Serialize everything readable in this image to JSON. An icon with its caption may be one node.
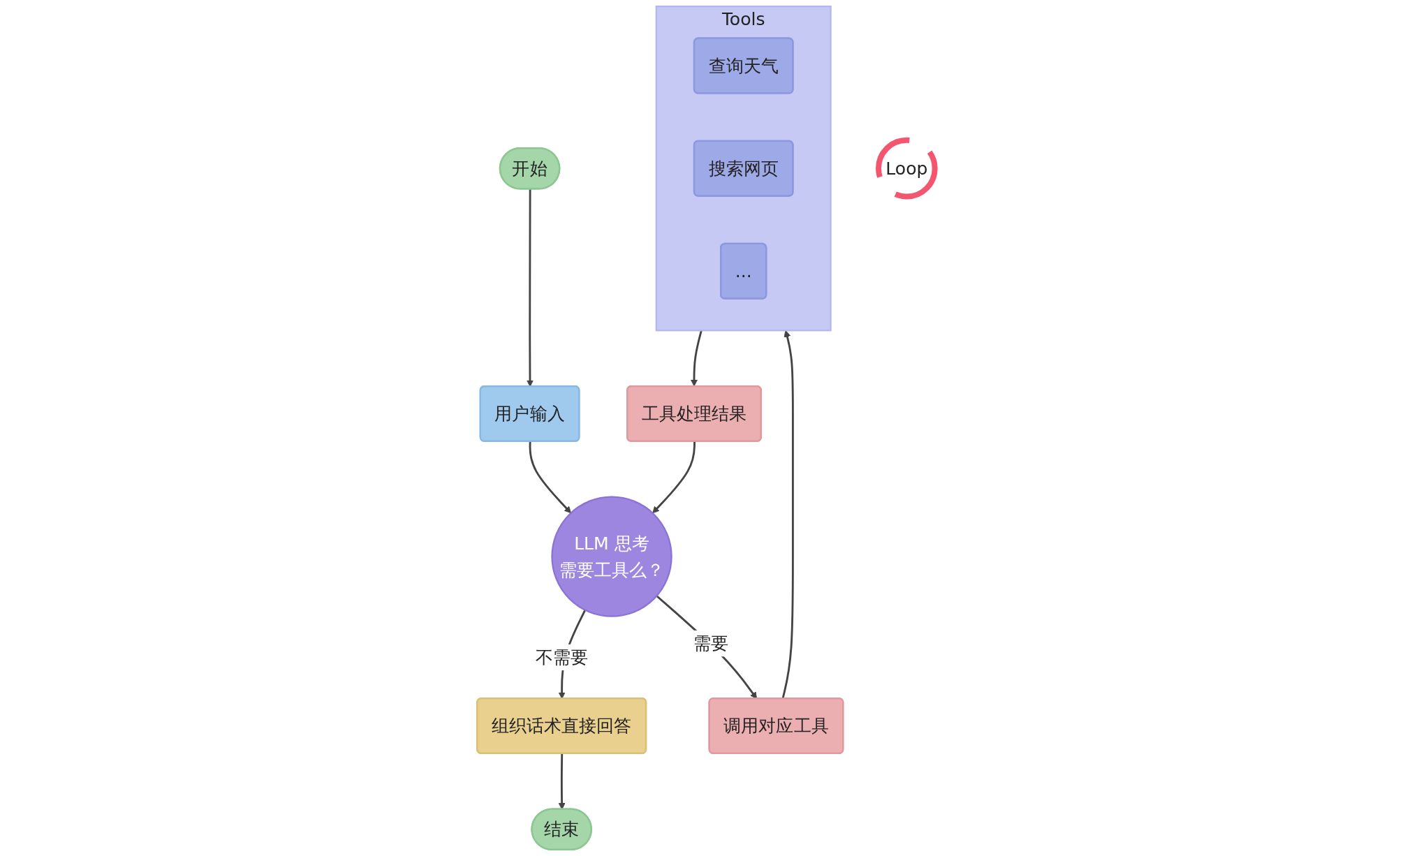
{
  "diagram": {
    "nodes": [
      {
        "text": [
          "开始"
        ]
      },
      {
        "text": [
          "用户输入"
        ]
      },
      {
        "text": [
          "工具处理结果"
        ]
      },
      {
        "text": [
          "LLM 思考",
          "需要工具么？"
        ]
      },
      {
        "text": [
          "组织话术直接回答"
        ]
      },
      {
        "text": [
          "Tools"
        ]
      },
      {
        "text": [
          "查询天气"
        ],
        "in": 5
      },
      {
        "text": [
          "搜索网页"
        ],
        "in": 5
      },
      {
        "text": [
          "..."
        ],
        "in": 5
      },
      {
        "text": [
          "Loop"
        ]
      },
      {
        "text": [
          "调用对应工具"
        ]
      },
      {
        "text": [
          "结束"
        ]
      }
    ],
    "edges": [
      {
        "from": 0,
        "to": 1,
        "arrow": "to"
      },
      {
        "from": 1,
        "to": 3,
        "arrow": "to"
      },
      {
        "from": 3,
        "to": 4,
        "label": "不需要",
        "arrow": "to"
      },
      {
        "from": 3,
        "to": 10,
        "label": "需要",
        "arrow": "to"
      },
      {
        "from": 10,
        "to": 5,
        "arrow": "to"
      },
      {
        "from": 5,
        "to": 2,
        "arrow": "to"
      },
      {
        "from": 2,
        "to": 3,
        "arrow": "to"
      },
      {
        "from": 4,
        "to": 11,
        "arrow": "to"
      }
    ]
  }
}
